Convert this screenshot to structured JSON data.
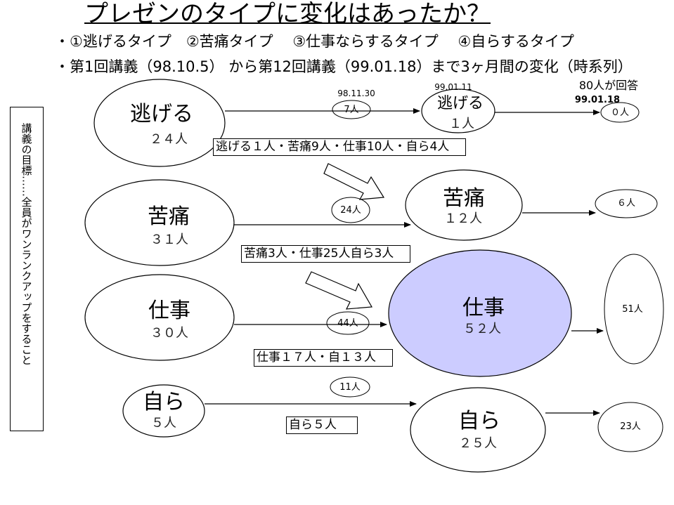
{
  "title": "プレゼンのタイプに変化はあったか？",
  "subtitle_types": "・①逃げるタイプ　②苦痛タイプ　 ③仕事ならするタイプ　 ④自らするタイプ",
  "subtitle_period": "・第1回講義（98.10.5） から第12回講義（99.01.18）まで3ヶ月間の変化（時系列）",
  "goal_box": "講義の目標……全員がワンランクアップをすること",
  "dates": {
    "d1": "98.11.30",
    "d2": "99.01.11",
    "respondents": "80人が回答",
    "d3": "99.01.18"
  },
  "stage1": {
    "nigeru": {
      "label": "逃げる",
      "count": "２４人"
    },
    "kutsuu": {
      "label": "苦痛",
      "count": "３１人"
    },
    "shigoto": {
      "label": "仕事",
      "count": "３０人"
    },
    "mizukara": {
      "label": "自ら",
      "count": "５人"
    }
  },
  "stage2_counts": {
    "nigeru": "7人",
    "kutsuu": "24人",
    "shigoto": "44人",
    "mizukara": "11人"
  },
  "stage3": {
    "nigeru": {
      "label": "逃げる",
      "count": "１人"
    },
    "kutsuu": {
      "label": "苦痛",
      "count": "１２人"
    },
    "shigoto": {
      "label": "仕事",
      "count": "５２人"
    },
    "mizukara": {
      "label": "自ら",
      "count": "２５人"
    }
  },
  "stage4_counts": {
    "nigeru": "０人",
    "kutsuu": "６人",
    "shigoto": "51人",
    "mizukara": "23人"
  },
  "breakdowns": {
    "from_nigeru": "逃げる１人・苦痛9人・仕事10人・自ら4人",
    "from_kutsuu": "苦痛3人・仕事25人自ら3人",
    "from_shigoto": "仕事１７人・自１３人",
    "from_mizukara": "自ら５人"
  },
  "colors": {
    "highlight_fill": "#ccccff",
    "line": "#000000"
  }
}
